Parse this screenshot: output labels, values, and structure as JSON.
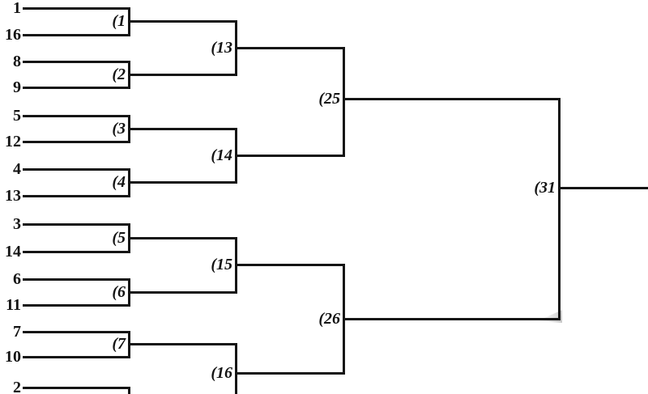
{
  "colors": {
    "line": "#151515",
    "background": "#ffffff",
    "artifact_shadow": "#969696"
  },
  "bracket": {
    "seeds": [
      "1",
      "16",
      "8",
      "9",
      "5",
      "12",
      "4",
      "13",
      "3",
      "14",
      "6",
      "11",
      "7",
      "10",
      "2"
    ],
    "round1_matches": [
      "(1",
      "(2",
      "(3",
      "(4",
      "(5",
      "(6",
      "(7"
    ],
    "round2_matches": [
      "(13",
      "(14",
      "(15",
      "(16"
    ],
    "semifinal_matches": [
      "(25",
      "(26"
    ],
    "final_match": "(31"
  }
}
